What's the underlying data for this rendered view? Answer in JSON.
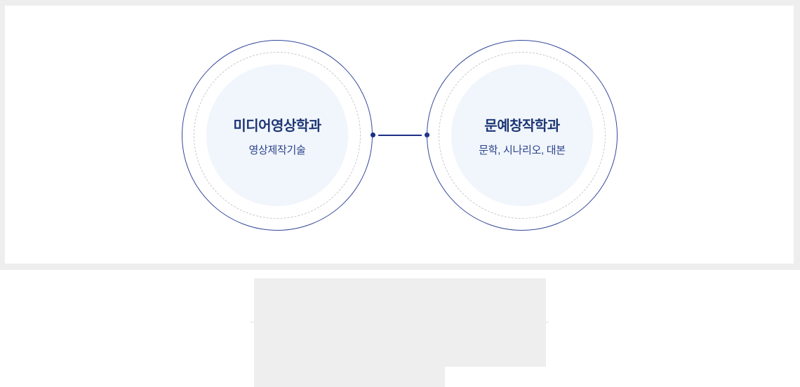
{
  "colors": {
    "page_background": "#ffffff",
    "band_background": "#eeeeee",
    "card_background": "#ffffff",
    "circle_ring": "#33479b",
    "dashed_ring": "#c9c9c9",
    "circle_fill": "#f1f5fc",
    "title_text": "#1d3775",
    "subtitle_text": "#2a4389",
    "connector": "#1b2f87",
    "divider": "#e0e0e0"
  },
  "diagram": {
    "nodes": [
      {
        "title": "미디어영상학과",
        "subtitle": "영상제작기술"
      },
      {
        "title": "문예창작학과",
        "subtitle": "문학, 시나리오, 대본"
      }
    ]
  }
}
